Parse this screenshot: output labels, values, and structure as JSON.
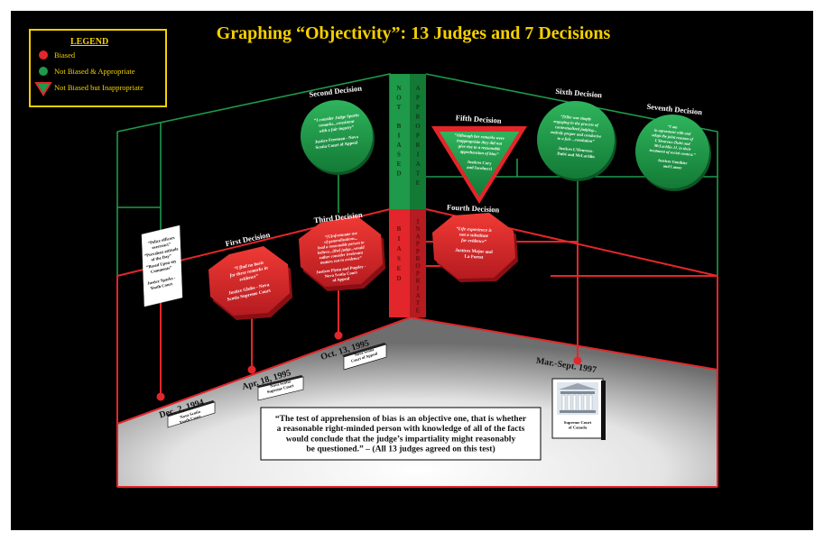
{
  "title": "Graphing “Objectivity”: 13 Judges and 7 Decisions",
  "legend": {
    "heading": "LEGEND",
    "items": [
      {
        "label": "Biased",
        "color": "#e3262b"
      },
      {
        "label": "Not Biased & Appropriate",
        "color": "#1e9a4a"
      },
      {
        "label": "Not Biased but Inappropriate",
        "color": "#1e9a4a"
      }
    ]
  },
  "wall_labels": {
    "not_biased": "NOT BIASED",
    "appropriate": "APPROPRIATE",
    "biased": "BIASED",
    "inappropriate": "INAPPROPRIATE"
  },
  "colors": {
    "red": "#e3262b",
    "green": "#1e9a4a",
    "gold": "#f5d000",
    "background": "#000000"
  },
  "note": {
    "lines": [
      "“Police officers",
      "overreact”",
      "“Prevalent attitude",
      "of the Day”",
      "“Based Upon my",
      "Comments”",
      "Justice Sparks -",
      "Youth Court"
    ]
  },
  "decisions": [
    {
      "name": "First Decision",
      "lines": [
        "“I find no basis",
        "for these remarks in",
        "evidence”",
        "Justice Glube - Nova",
        "Scotia Supreme Court"
      ]
    },
    {
      "name": "Second Decision",
      "lines": [
        "“I consider Judge Sparks",
        "remarks...consistent",
        "with a fair inquiry”",
        "Justice Freeman - Nova",
        "Scotia Court of Appeal"
      ]
    },
    {
      "name": "Third Decision",
      "lines": [
        "“[U]nfortunate use",
        "of generalizations...",
        "lead a reasonable person to",
        "believe...[the] judge...would",
        "rather consider irrelevant",
        "matters not in evidence”",
        "Justices Flynn and Pugsley -",
        "Nova Scotia Court",
        "of Appeal"
      ]
    },
    {
      "name": "Fourth Decision",
      "lines": [
        "“Life experience is",
        "not a substitute",
        "for evidence”",
        "Justices Major and",
        "La Forest"
      ]
    },
    {
      "name": "Fifth Decision",
      "lines": [
        "“Although her remarks were",
        "inappropriate they did not",
        "give rise to a reasonable",
        "apprehension of bias”",
        "Justices Cory",
        "and Iacobucci"
      ]
    },
    {
      "name": "Sixth Decision",
      "lines": [
        "“[S]he was simply",
        "engaging in the process of",
        "contextualized judging...",
        "entirely proper and conducive",
        "to a fair ...resolution”",
        "Justices L’Heureux-",
        "Dubé and McLachlin"
      ]
    },
    {
      "name": "Seventh Decision",
      "lines": [
        "“I am",
        "in agreement with and",
        "adopt the joint reasons of",
        "L’Heureux-Dubé and",
        "McLachlin JJ. in their",
        "treatment of social context.”",
        "Justices Gonthier",
        "and Lamer"
      ]
    }
  ],
  "dates": [
    "Dec. 2, 1994",
    "Apr. 18, 1995",
    "Oct. 13, 1995",
    "Mar.-Sept. 1997"
  ],
  "courts": [
    {
      "lines": [
        "Nova Scotia",
        "Youth Court"
      ]
    },
    {
      "lines": [
        "Nova Scotia",
        "Supreme Court"
      ]
    },
    {
      "lines": [
        "Nova Scotia",
        "Court of Appeal"
      ]
    },
    {
      "lines": [
        "Supreme Court",
        "of Canada"
      ]
    }
  ],
  "quote": {
    "lines": [
      "“The test of apprehension of bias is an objective one, that is whether",
      "a reasonable right-minded person with knowledge of all of the facts",
      "would conclude that the judge’s impartiality might reasonably",
      "be questioned.” – (All 13 judges agreed on this test)"
    ]
  }
}
